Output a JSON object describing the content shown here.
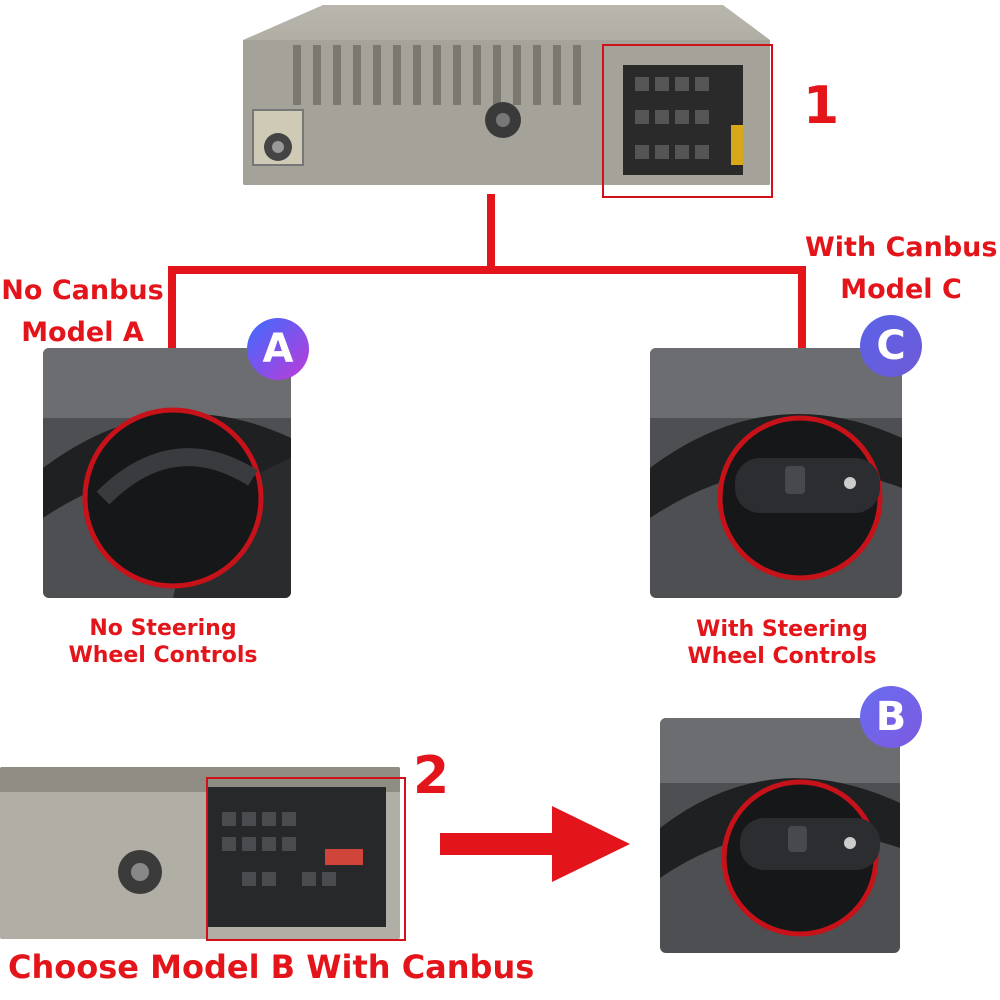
{
  "step1": {
    "number": "1"
  },
  "step2": {
    "number": "2"
  },
  "model_a": {
    "label_line1": "No Canbus",
    "label_line2": "Model A",
    "badge": "A",
    "caption_line1": "No Steering",
    "caption_line2": "Wheel Controls"
  },
  "model_c": {
    "label_line1": "With Canbus",
    "label_line2": "Model C",
    "badge": "C",
    "caption_line1": "With Steering",
    "caption_line2": "Wheel Controls"
  },
  "model_b": {
    "badge": "B"
  },
  "bottom_title": "Choose Model B With Canbus",
  "icons": {
    "arrow": "right-arrow-icon"
  },
  "colors": {
    "accent_red": "#e3151a"
  }
}
